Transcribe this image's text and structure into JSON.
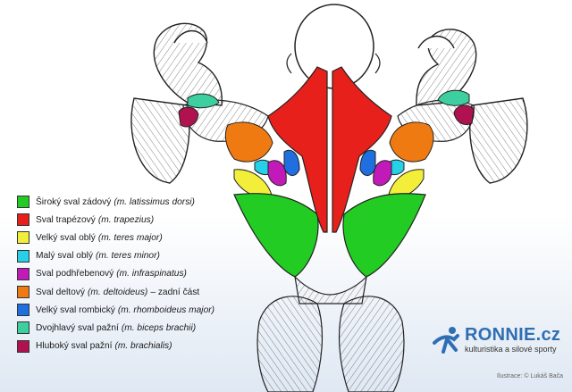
{
  "legend": [
    {
      "name": "Široký sval zádový",
      "latin": "(m. latissimus dorsi)",
      "extra": "",
      "color": "#22cc22"
    },
    {
      "name": "Sval trapézový",
      "latin": "(m. trapezius)",
      "extra": "",
      "color": "#e8201c"
    },
    {
      "name": "Velký sval oblý",
      "latin": "(m. teres major)",
      "extra": "",
      "color": "#f2ee3a"
    },
    {
      "name": "Malý sval oblý",
      "latin": "(m. teres minor)",
      "extra": "",
      "color": "#26d0e6"
    },
    {
      "name": "Sval podhřebenový",
      "latin": "(m. infraspinatus)",
      "extra": "",
      "color": "#c21ab8"
    },
    {
      "name": "Sval deltový",
      "latin": "(m. deltoideus)",
      "extra": "– zadní část",
      "color": "#f07a12"
    },
    {
      "name": "Velký sval rombický",
      "latin": "(m. rhomboideus major)",
      "extra": "",
      "color": "#1f6fe0"
    },
    {
      "name": "Dvojhlavý sval pažní",
      "latin": "(m. biceps brachii)",
      "extra": "",
      "color": "#3ecfa0"
    },
    {
      "name": "Hluboký sval pažní",
      "latin": "(m. brachialis)",
      "extra": "",
      "color": "#b01250"
    }
  ],
  "logo": {
    "brand": "RONNIE.cz",
    "tagline": "kulturistika a silové sporty",
    "icon": "runner-icon",
    "color": "#2f6eb3"
  },
  "credit": "Ilustrace: © Lukáš Bača"
}
